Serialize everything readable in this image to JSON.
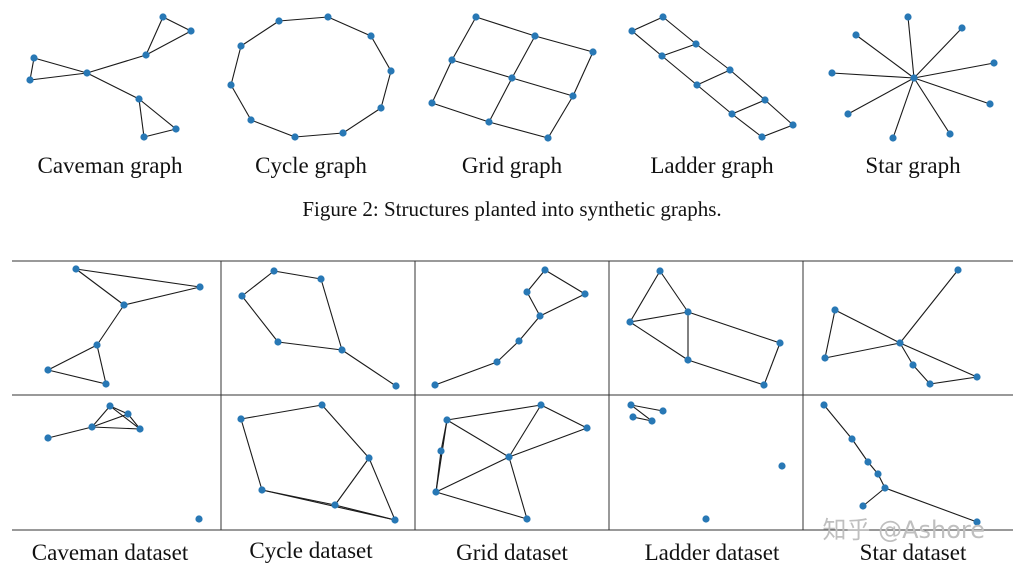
{
  "figure_caption": "Figure 2: Structures planted into synthetic graphs.",
  "structure_labels": [
    "Caveman graph",
    "Cycle graph",
    "Grid graph",
    "Ladder graph",
    "Star graph"
  ],
  "dataset_labels": [
    "Caveman dataset",
    "Cycle dataset",
    "Grid dataset",
    "Ladder dataset",
    "Star dataset"
  ],
  "watermark": "知乎 @Ashore",
  "colors": {
    "node": "#2878b5",
    "edge": "#1a1a1a"
  }
}
